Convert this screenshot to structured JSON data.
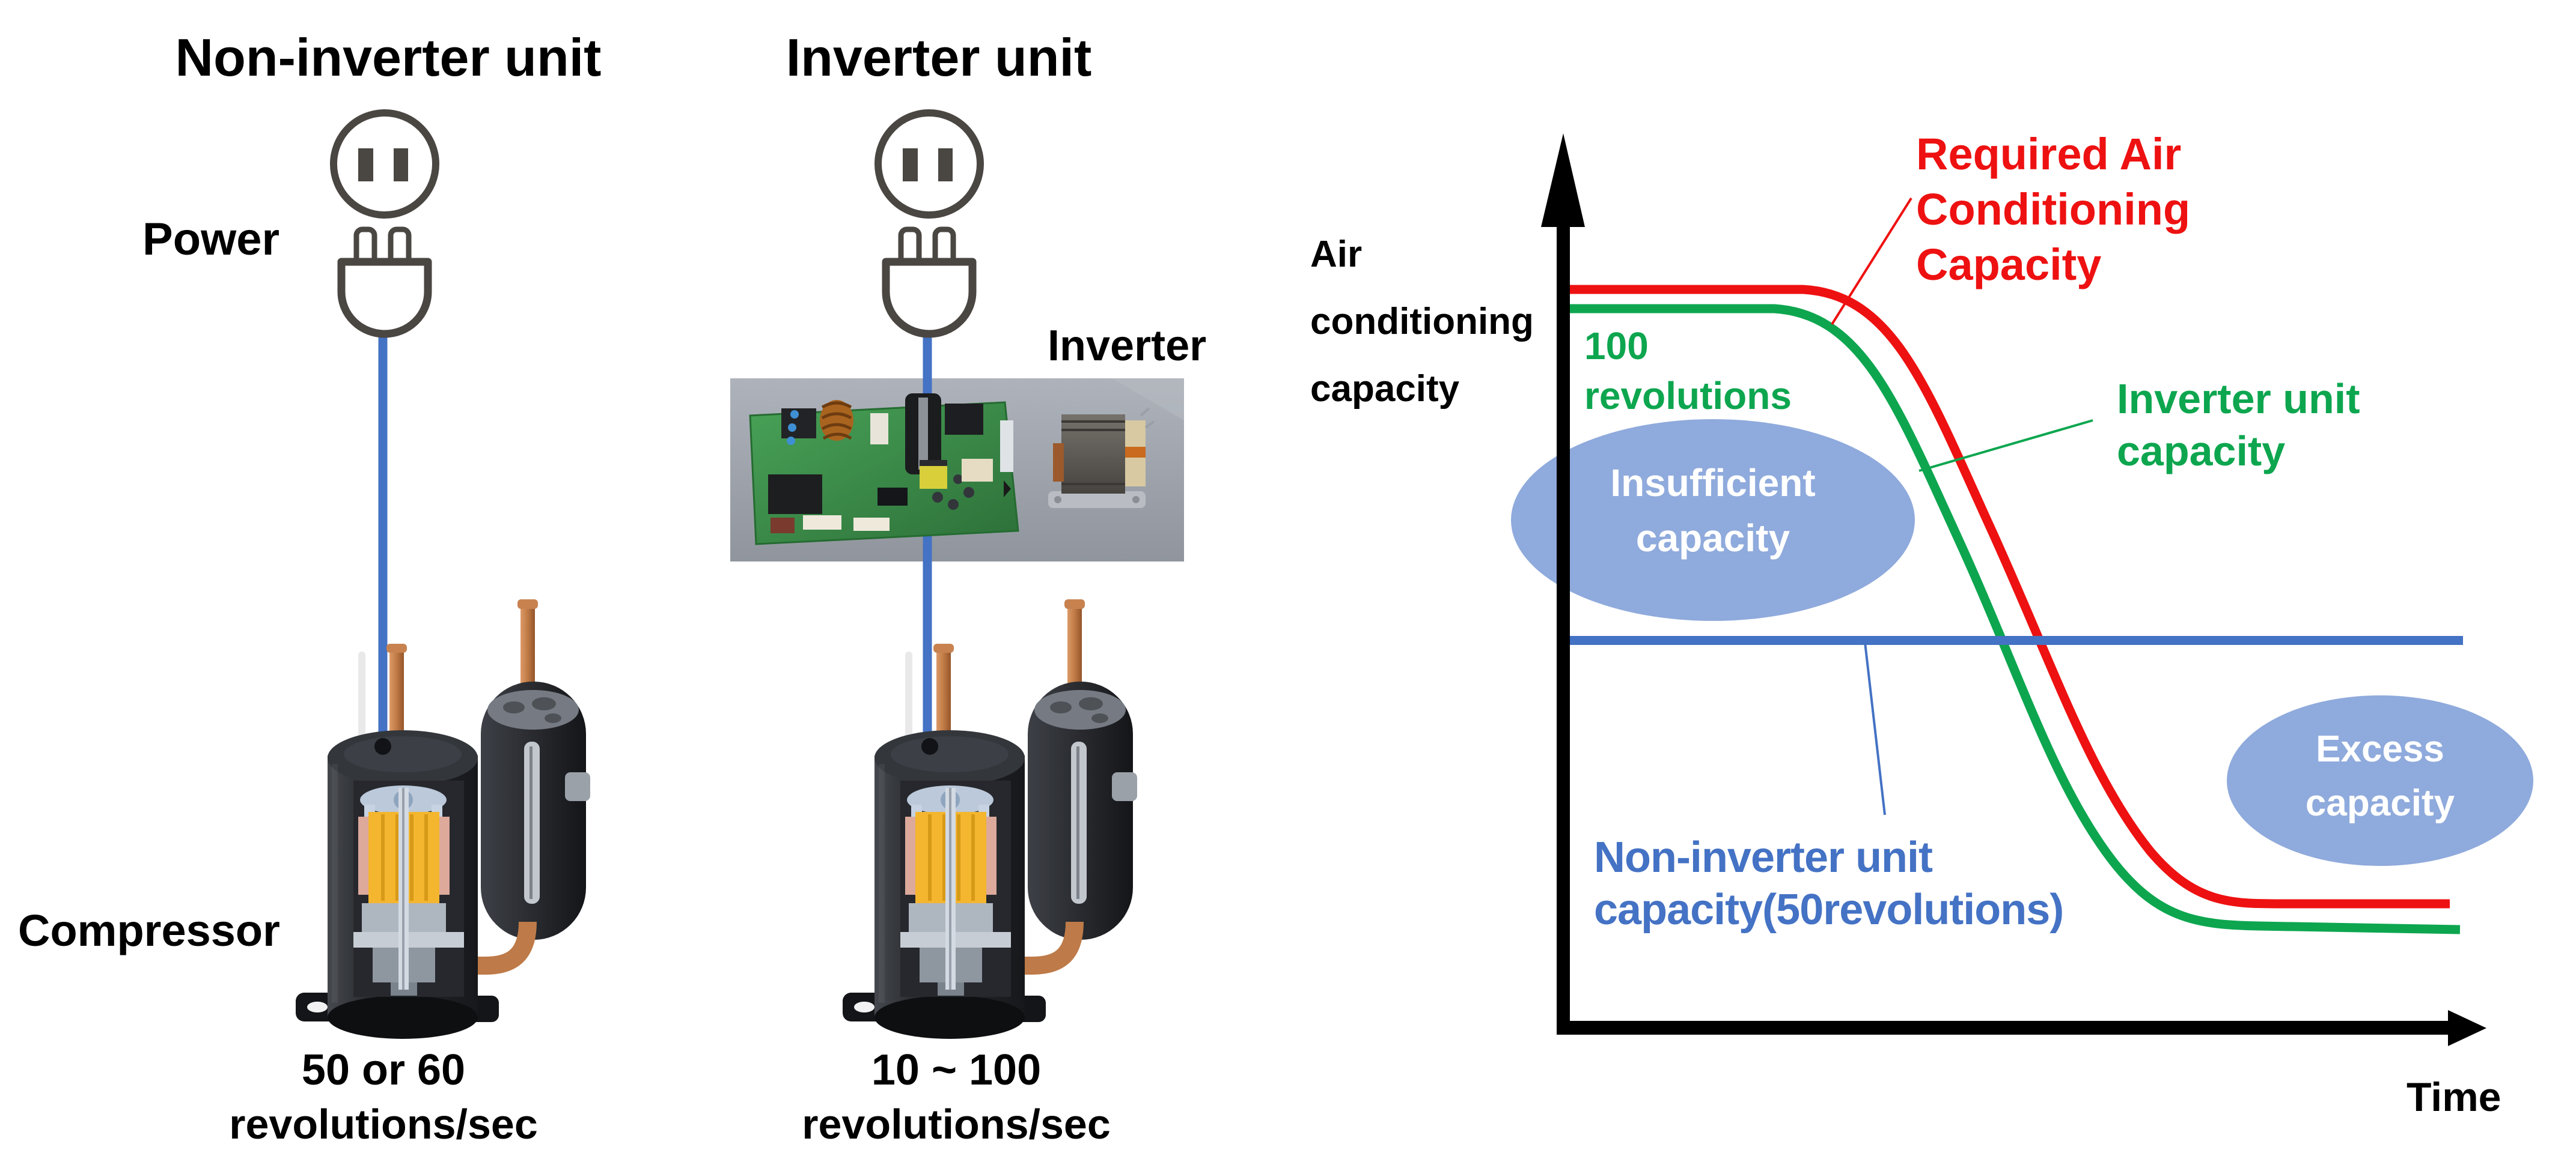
{
  "left_panel": {
    "non_inverter": {
      "title": "Non-inverter unit",
      "speed_line1": "50 or 60",
      "speed_line2": "revolutions/sec"
    },
    "inverter": {
      "title": "Inverter unit",
      "speed_line1": "10 ~ 100",
      "speed_line2": "revolutions/sec",
      "inverter_label": "Inverter"
    },
    "power_label": "Power",
    "compressor_label": "Compressor"
  },
  "chart": {
    "y_axis_lines": [
      "Air",
      "conditioning",
      "capacity"
    ],
    "x_axis_label": "Time",
    "required_lines": [
      "Required Air",
      "Conditioning",
      "Capacity"
    ],
    "inverter_capacity_lines": [
      "Inverter unit",
      "capacity"
    ],
    "revolutions_lines": [
      "100",
      "revolutions"
    ],
    "non_inverter_lines": [
      "Non-inverter unit",
      "capacity(50revolutions)"
    ],
    "insufficient_lines": [
      "Insufficient",
      "capacity"
    ],
    "excess_lines": [
      "Excess",
      "capacity"
    ]
  },
  "colors": {
    "required_red": "#ee1111",
    "inverter_green": "#0da64f",
    "non_inverter_blue": "#4472c4",
    "ellipse_fill": "#8faadc",
    "icon_gray": "#4a4642",
    "cable_blue": "#4472c4",
    "black": "#000000"
  },
  "chart_data": {
    "type": "line",
    "title": "",
    "xlabel": "Time",
    "ylabel": "Air conditioning capacity",
    "grid": false,
    "legend_position": "inline-callouts",
    "series": [
      {
        "name": "Required Air Conditioning Capacity",
        "color": "#ee1111",
        "x": [
          0,
          25,
          35,
          50,
          65,
          78,
          100
        ],
        "y": [
          100,
          100,
          92,
          55,
          25,
          18,
          18
        ]
      },
      {
        "name": "Inverter unit capacity",
        "color": "#0da64f",
        "x": [
          0,
          24,
          34,
          49,
          64,
          76,
          100
        ],
        "y": [
          96,
          96,
          88,
          52,
          22,
          14,
          14
        ]
      },
      {
        "name": "Non-inverter unit capacity (50 revolutions)",
        "color": "#4472c4",
        "x": [
          0,
          100
        ],
        "y": [
          50,
          50
        ]
      }
    ],
    "annotations": [
      "Insufficient capacity (early period, non-inverter below required)",
      "Excess capacity (late period, non-inverter above required)",
      "Inverter runs 100 revolutions at start"
    ]
  }
}
